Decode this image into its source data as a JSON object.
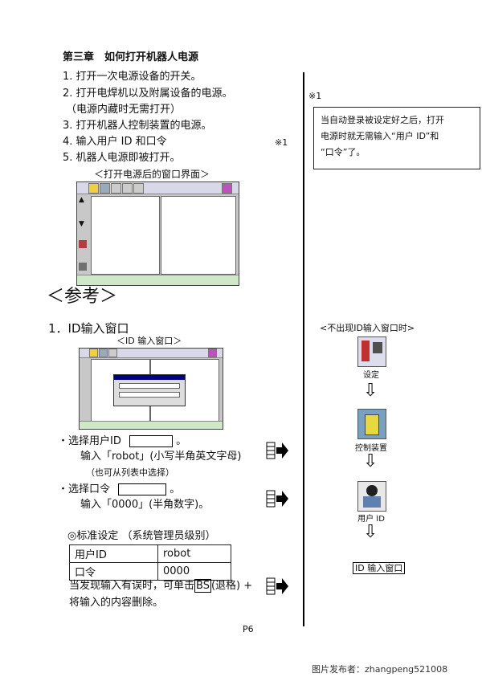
{
  "chapter_title": "第三章　如何打开机器人电源",
  "steps": [
    "1. 打开一次电源设备的开关。",
    "2. 打开电焊机以及附属设备的电源。",
    "（电源内藏时无需打开）",
    "3. 打开机器人控制装置的电源。",
    "4. 输入用户 ID 和口令",
    "5. 机器人电源即被打开。"
  ],
  "note_mark_left": "※1",
  "screen_caption": "＜打开电源后的窗口界面＞",
  "reference_title": "＜参考＞",
  "section1_title": "1．ID输入窗口",
  "id_window_caption": "＜ID 输入窗口＞",
  "select_user": "・选择用户ID",
  "input_robot": "输入「robot」(小写半角英文字母)",
  "from_list": "（也可从列表中选择）",
  "select_password": "・选择口令",
  "input_0000": "输入「0000」(半角数字)。",
  "period": "。",
  "standard_setting": "◎标准设定 （系统管理员级别）",
  "table": [
    [
      "用户ID",
      "robot"
    ],
    [
      "口令",
      "0000"
    ]
  ],
  "error_text_a": "当发现输入有误时，可单击",
  "bs_key": "BS",
  "error_text_b": "(退格) +",
  "error_text_c": "将输入的内容删除。",
  "page_number": "P6",
  "right_note_mark": "※1",
  "right_note_lines": [
    "当自动登录被设定好之后，打开",
    "电源时就无需输入“用户 ID”和",
    "“口令”了。"
  ],
  "right_caption": "<不出现ID输入窗口时>",
  "flow": [
    "设定",
    "控制装置",
    "用户 ID",
    "ID 输入窗口"
  ],
  "watermark": "图片发布者：zhangpeng521008"
}
